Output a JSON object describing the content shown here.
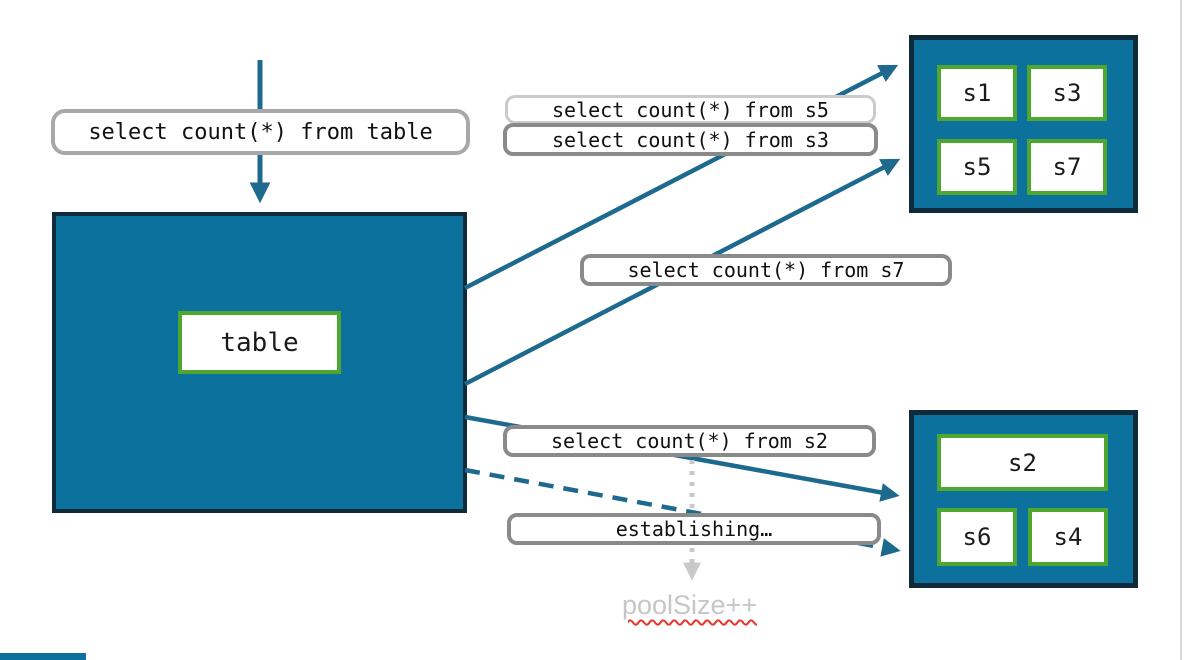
{
  "diagram": {
    "query_labels": {
      "table": "select count(*) from table",
      "s5": "select count(*) from s5",
      "s3": "select count(*) from s3",
      "s7": "select count(*) from s7",
      "s2": "select count(*) from s2",
      "establishing": "establishing…"
    },
    "table_box": {
      "label": "table"
    },
    "shard_pool_top": {
      "shards": [
        "s1",
        "s3",
        "s5",
        "s7"
      ]
    },
    "shard_pool_bottom": {
      "shards": [
        "s2",
        "s6",
        "s4"
      ]
    },
    "pool_size_note": "poolSize++",
    "colors": {
      "pool_fill": "#0d719e",
      "pool_border": "#0f2a38",
      "shard_border": "#4ea72e",
      "arrow_teal": "#1d6a8e",
      "label_border_gray": "#8a8a8a",
      "label_border_light": "#cbcbcb",
      "note_gray": "#c6c6c6",
      "squiggle_red": "#e8362a"
    }
  }
}
